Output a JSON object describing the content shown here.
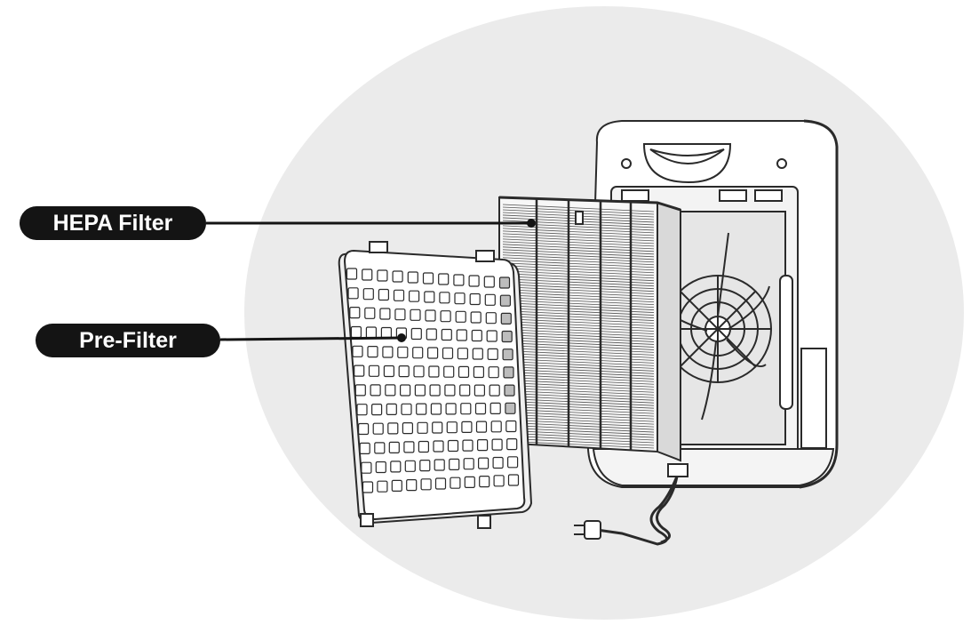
{
  "labels": {
    "hepa": "HEPA Filter",
    "pre": "Pre-Filter"
  },
  "colors": {
    "background_disc": "#ebebeb",
    "line_art": "#2a2a2a",
    "label_fill": "#141414",
    "label_text": "#ffffff"
  },
  "prefilter_grid": {
    "rows": 12,
    "cols": 11
  }
}
